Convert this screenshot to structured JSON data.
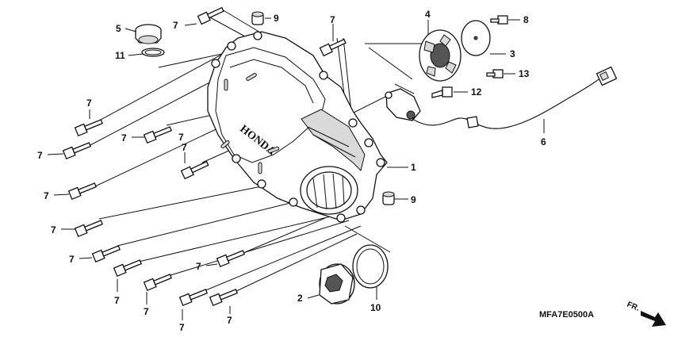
{
  "diagram": {
    "drawing_code": "MFA7E0500A",
    "cover_marking": "HONDA",
    "direction_marker": "FR.",
    "callouts": {
      "c1": "1",
      "c2": "2",
      "c3": "3",
      "c4": "4",
      "c5": "5",
      "c6": "6",
      "c8": "8",
      "c9a": "9",
      "c9b": "9",
      "c10": "10",
      "c11": "11",
      "c12": "12",
      "c13": "13",
      "c7a": "7",
      "c7b": "7",
      "c7c": "7",
      "c7d": "7",
      "c7e": "7",
      "c7f": "7",
      "c7g": "7",
      "c7h": "7",
      "c7i": "7",
      "c7j": "7",
      "c7k": "7",
      "c7l": "7",
      "c7m": "7",
      "c7n": "7",
      "c7o": "7"
    }
  }
}
